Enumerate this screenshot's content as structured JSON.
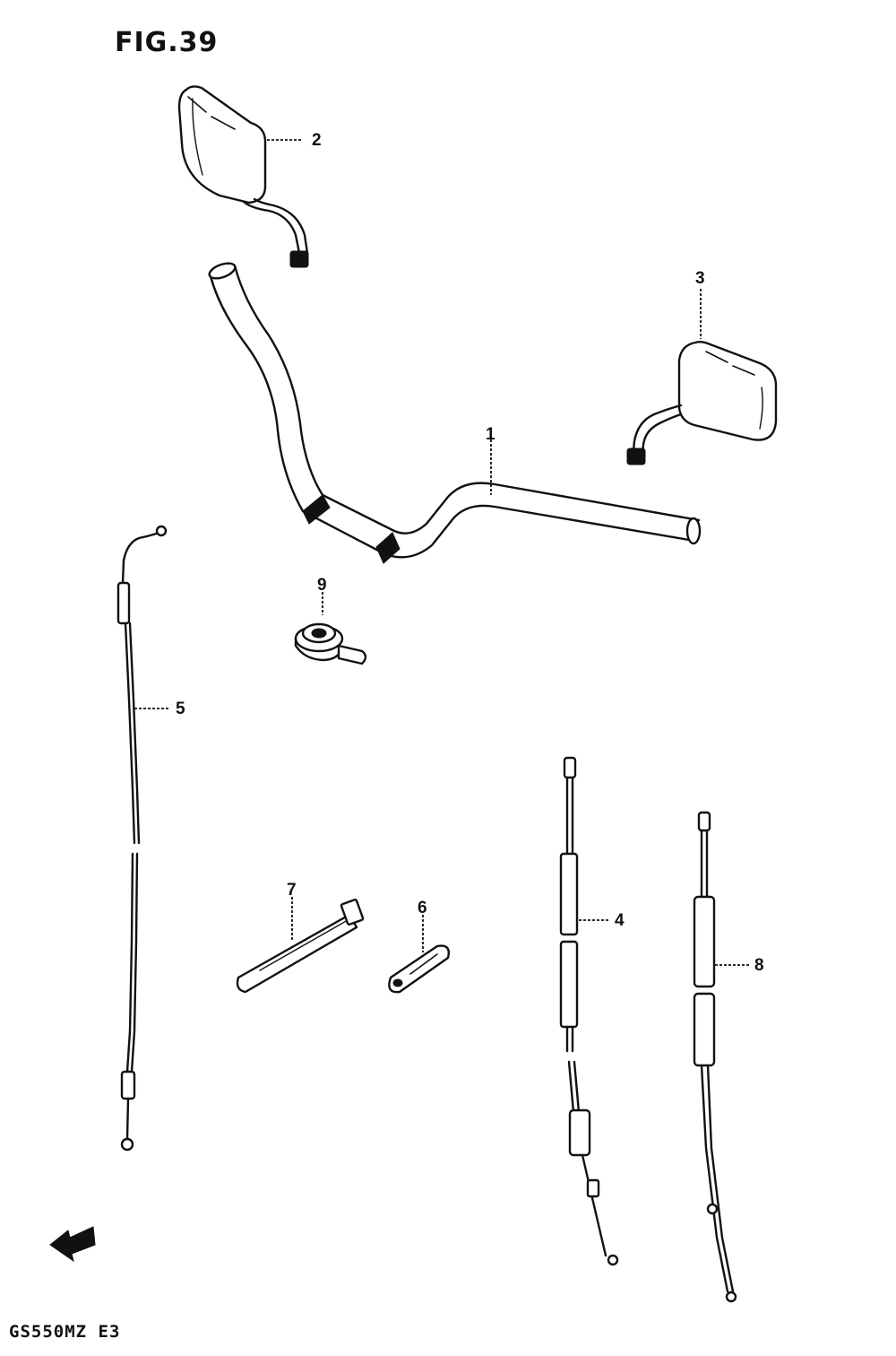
{
  "figure": {
    "title": "FIG.39",
    "model_code": "GS550MZ  E3"
  },
  "callouts": {
    "handlebar": "1",
    "mirror_left": "2",
    "mirror_right": "3",
    "throttle_cable_1": "4",
    "clutch_cable": "5",
    "clip": "6",
    "cable_strap": "7",
    "throttle_cable_2": "8",
    "choke_knob": "9"
  },
  "icons": {
    "front_arrow": "front-arrow-icon"
  }
}
